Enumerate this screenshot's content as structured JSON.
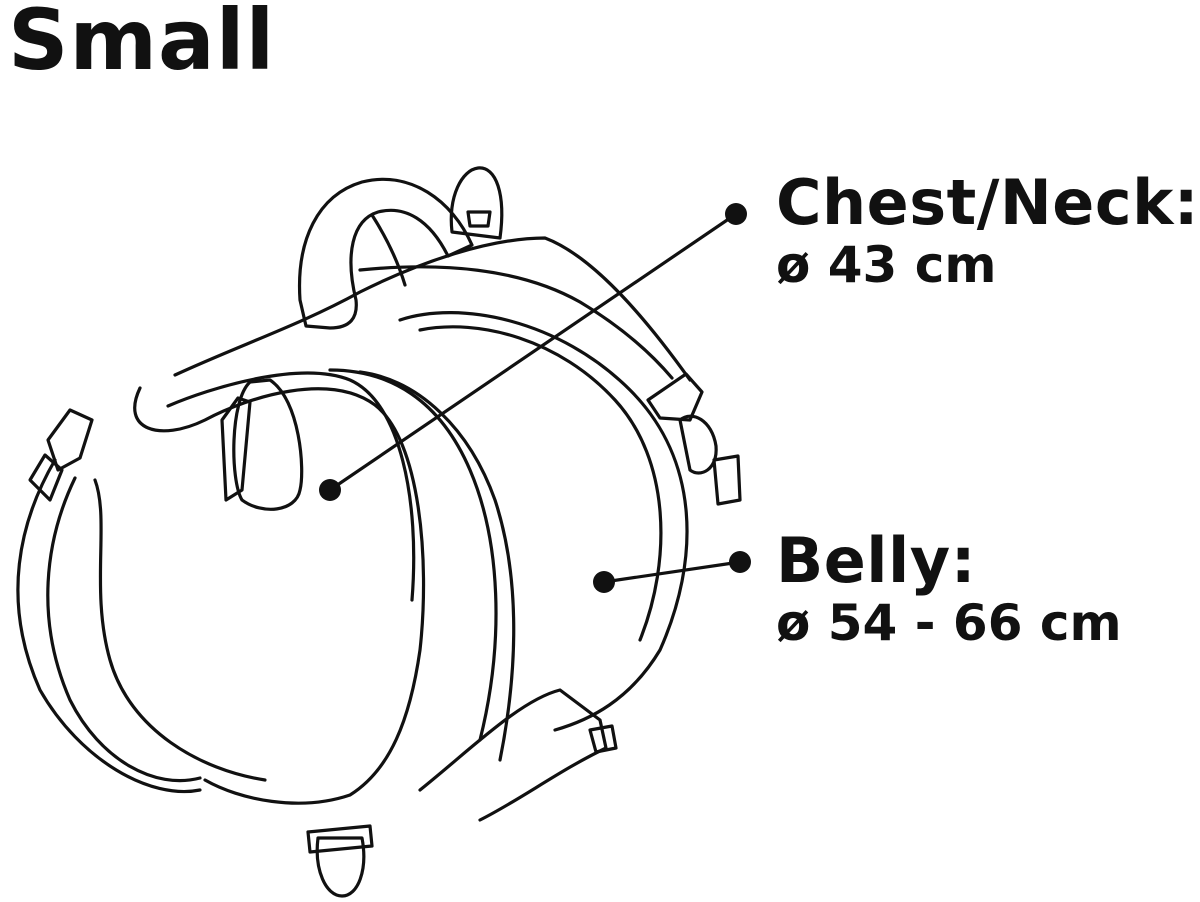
{
  "title": "Small",
  "measurements": [
    {
      "label": "Chest/Neck:",
      "value": "ø 43 cm"
    },
    {
      "label": "Belly:",
      "value": "ø 54 - 66 cm"
    }
  ],
  "colors": {
    "line": "#111111",
    "background": "#ffffff"
  }
}
